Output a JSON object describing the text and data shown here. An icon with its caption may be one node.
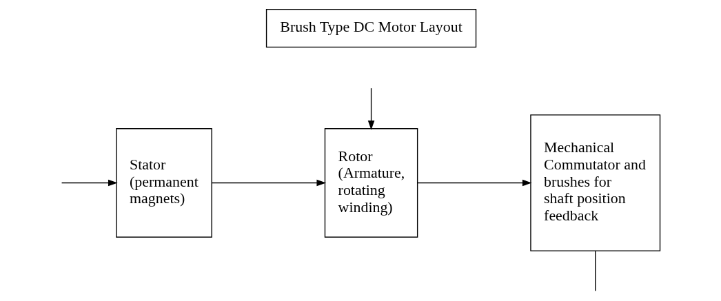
{
  "diagram": {
    "nodes": [
      {
        "text": [
          "Brush Type DC Motor Layout"
        ]
      },
      {
        "text": [
          "Stator (permanent magnets)"
        ]
      },
      {
        "text": [
          "Rotor (Armature, rotating winding)"
        ]
      },
      {
        "text": [
          "Mechanical Commutator and brushes for shaft position feedback"
        ]
      }
    ],
    "edges": [
      {
        "from": null,
        "to": 1,
        "arrow": "to"
      },
      {
        "from": 1,
        "to": 2,
        "arrow": "to"
      },
      {
        "from": 2,
        "to": 3,
        "arrow": "to"
      },
      {
        "from": null,
        "to": 2,
        "arrow": "to"
      },
      {
        "from": 3,
        "to": null,
        "arrow": "none"
      }
    ]
  }
}
